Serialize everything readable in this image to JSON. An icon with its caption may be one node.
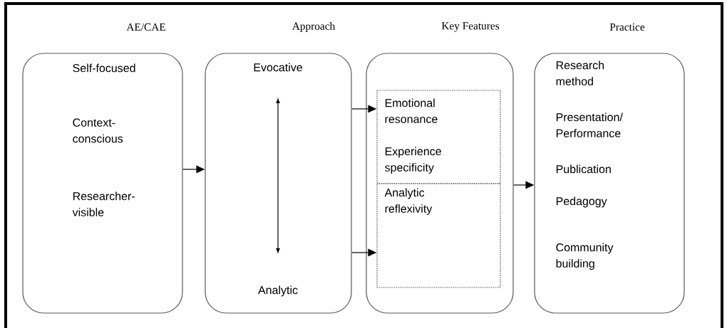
{
  "diagram": {
    "nodes": [
      {
        "text": [
          "AE/CAE",
          "Self-focused",
          "Context-conscious",
          "Researcher-visible"
        ]
      },
      {
        "text": [
          "Approach",
          "Evocative",
          "Analytic"
        ]
      },
      {
        "text": [
          "Key Features"
        ]
      },
      {
        "text": [
          "Emotional resonance",
          "Experience specificity"
        ],
        "in": 2
      },
      {
        "text": [
          "Analytic reflexivity"
        ],
        "in": 2
      },
      {
        "text": [
          "Practice",
          "Research method",
          "Presentation/ Performance",
          "Publication",
          "Pedagogy",
          "Community building"
        ]
      }
    ],
    "edges": [
      {
        "from": 0,
        "to": 1,
        "arrow": "to"
      },
      {
        "from": 1,
        "to": 3,
        "arrow": "to"
      },
      {
        "from": 1,
        "to": 4,
        "arrow": "to"
      },
      {
        "from": 2,
        "to": 5,
        "arrow": "to"
      }
    ]
  }
}
